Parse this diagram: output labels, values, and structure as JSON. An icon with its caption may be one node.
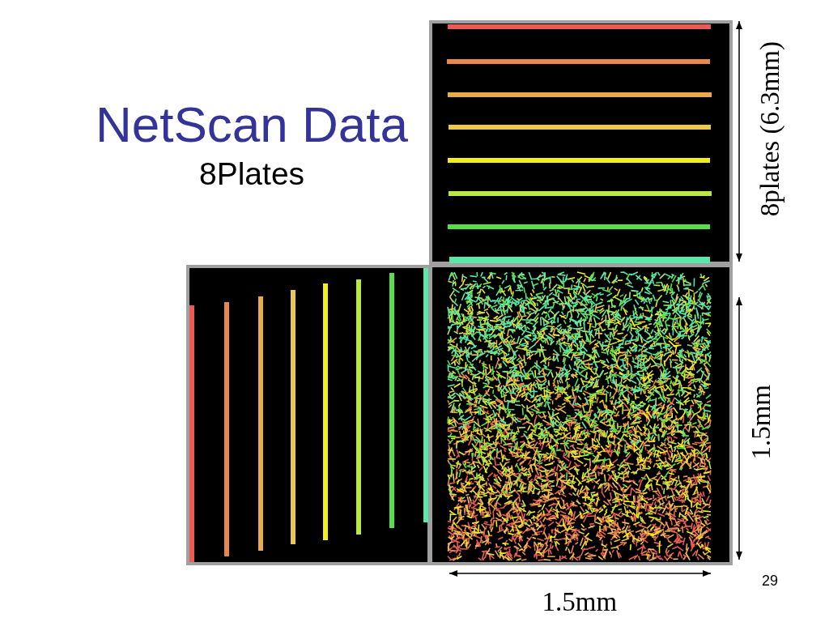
{
  "diagram": {
    "title": "NetScan Data",
    "labels": [
      "8Plates",
      "8plates (6.3mm)",
      "1.5mm",
      "29",
      "1.5mm"
    ]
  }
}
